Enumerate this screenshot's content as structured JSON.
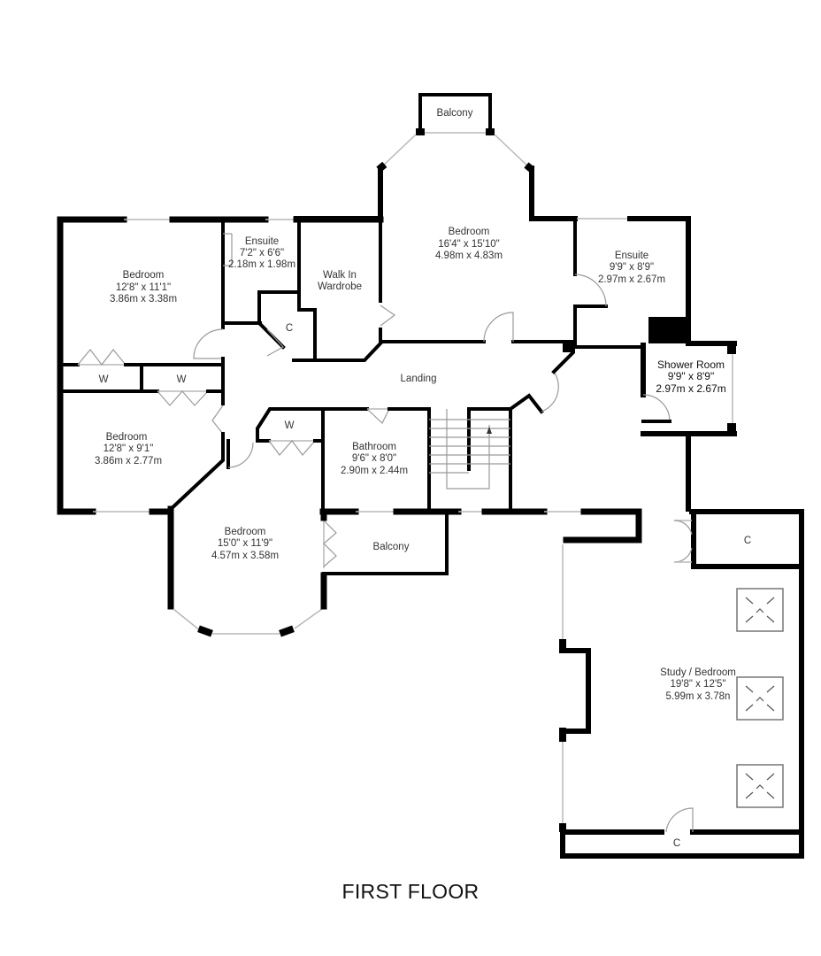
{
  "floor_title": "FIRST FLOOR",
  "rooms": {
    "bedroom_nw": {
      "name": "Bedroom",
      "imperial": "12'8\" x 11'1\"",
      "metric": "3.86m x 3.38m"
    },
    "ensuite_w": {
      "name": "Ensuite",
      "imperial": "7'2\" x 6'6\"",
      "metric": "2.18m x 1.98m"
    },
    "walk_in_wardrobe": {
      "name_line1": "Walk In",
      "name_line2": "Wardrobe"
    },
    "cupboard_c1": {
      "name": "C"
    },
    "bedroom_master": {
      "name": "Bedroom",
      "imperial": "16'4\" x 15'10\"",
      "metric": "4.98m x 4.83m"
    },
    "balcony_north": {
      "name": "Balcony"
    },
    "ensuite_e": {
      "name": "Ensuite",
      "imperial": "9'9\" x 8'9\"",
      "metric": "2.97m x 2.67m"
    },
    "shower_room": {
      "name": "Shower Room",
      "imperial": "9'9\" x 8'9\"",
      "metric": "2.97m x 2.67m"
    },
    "wardrobe_w1": {
      "name": "W"
    },
    "wardrobe_w2": {
      "name": "W"
    },
    "wardrobe_w3": {
      "name": "W"
    },
    "landing": {
      "name": "Landing"
    },
    "bedroom_w": {
      "name": "Bedroom",
      "imperial": "12'8\" x 9'1\"",
      "metric": "3.86m x 2.77m"
    },
    "bathroom": {
      "name": "Bathroom",
      "imperial": "9'6\" x 8'0\"",
      "metric": "2.90m x 2.44m"
    },
    "bedroom_s": {
      "name": "Bedroom",
      "imperial": "15'0\" x 11'9\"",
      "metric": "4.57m x 3.58m"
    },
    "balcony_south": {
      "name": "Balcony"
    },
    "cupboard_c2": {
      "name": "C"
    },
    "study_bedroom": {
      "name": "Study / Bedroom",
      "imperial": "19'8\" x 12'5\"",
      "metric": "5.99m x 3.78n"
    },
    "cupboard_c3": {
      "name": "C"
    }
  },
  "colors": {
    "wall": "#000000",
    "window": "#b8b8b8",
    "door": "#9a9a9a",
    "text": "#333333"
  }
}
